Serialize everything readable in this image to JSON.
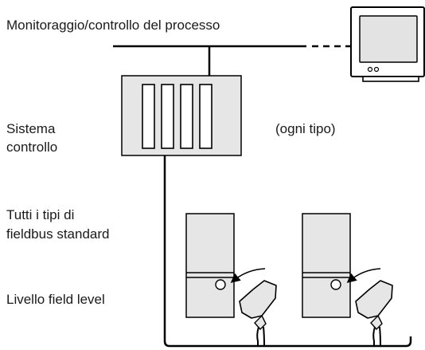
{
  "labels": {
    "monitoring": "Monitoraggio/controllo del processo",
    "control_line1": "Sistema",
    "control_line2": "controllo",
    "any_type": "(ogni tipo)",
    "fieldbus_line1": "Tutti i tipi di",
    "fieldbus_line2": "fieldbus standard",
    "field_level": "Livello field level"
  },
  "colors": {
    "line": "#000000",
    "fill_gray": "#e6e6e6",
    "screen_fill": "#e3e3e3",
    "text": "#1a1a1a"
  },
  "icons": [
    "monitor-icon",
    "control-system-cabinet-icon",
    "field-device-icon",
    "sensor-icon"
  ]
}
